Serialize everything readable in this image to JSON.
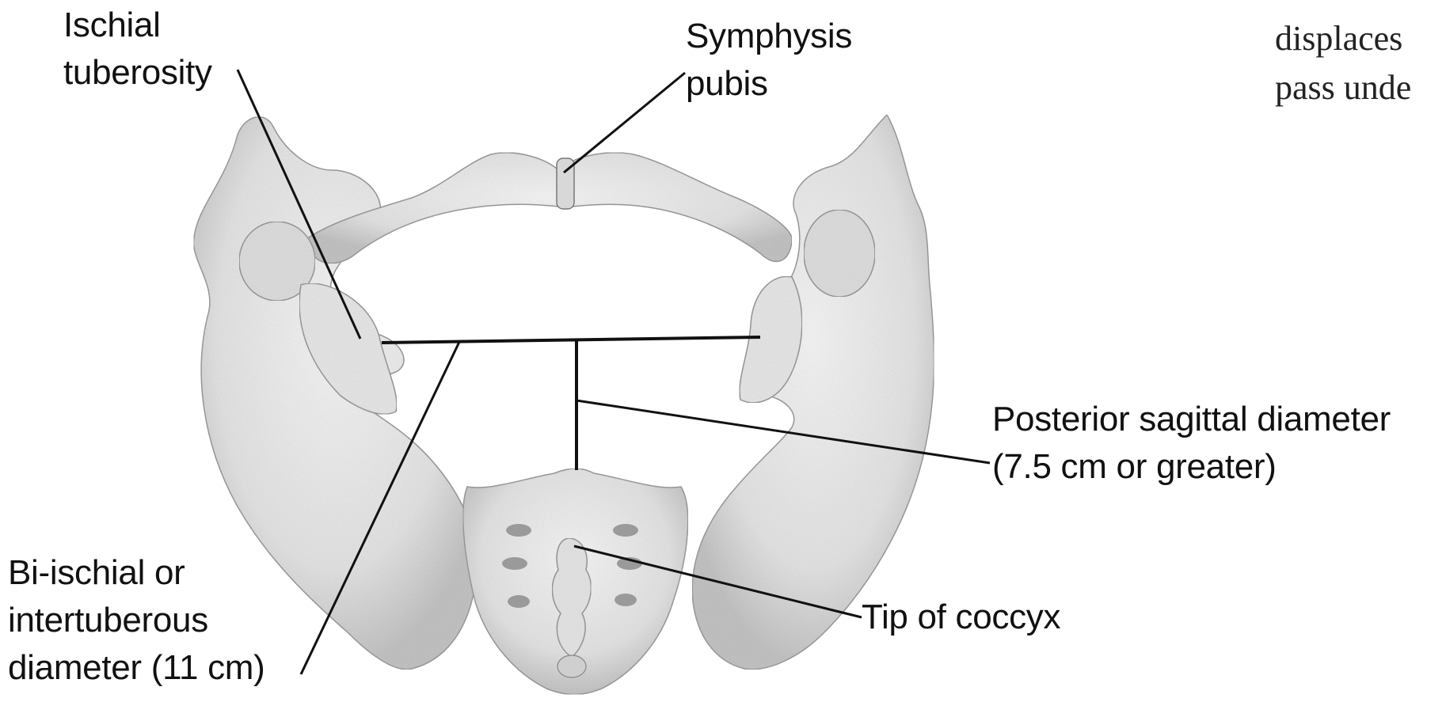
{
  "labels": {
    "ischial_tuberosity": [
      "Ischial",
      "tuberosity"
    ],
    "symphysis_pubis": [
      "Symphysis",
      "pubis"
    ],
    "posterior_sagittal": [
      "Posterior sagittal diameter",
      "(7.5 cm or greater)"
    ],
    "tip_of_coccyx": [
      "Tip of coccyx"
    ],
    "bi_ischial": [
      "Bi-ischial or",
      "intertuberous",
      "diameter (11 cm)"
    ]
  },
  "book_text": [
    "displaces",
    "pass unde"
  ],
  "colors": {
    "bone_fill": "#efefef",
    "bone_shade": "#c9c9c9",
    "line": "#111111"
  }
}
